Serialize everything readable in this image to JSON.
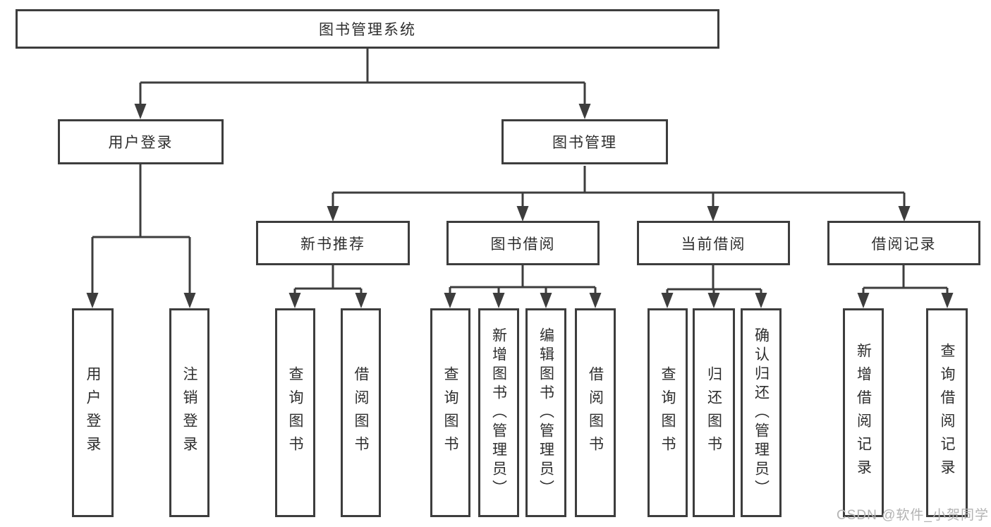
{
  "diagram": {
    "title_node": "图书管理系统",
    "level2": {
      "user_login": "用户登录",
      "book_management": "图书管理"
    },
    "level3": {
      "new_book_recommend": "新书推荐",
      "book_borrow": "图书借阅",
      "current_borrow": "当前借阅",
      "borrow_record": "借阅记录"
    },
    "leaves": {
      "user_login": "用户登录",
      "logout": "注销登录",
      "query_book_1": "查询图书",
      "borrow_book_1": "借阅图书",
      "query_book_2": "查询图书",
      "add_book_admin": "新增图书（管理员）",
      "edit_book_admin": "编辑图书（管理员）",
      "borrow_book_2": "借阅图书",
      "query_book_3": "查询图书",
      "return_book": "归还图书",
      "confirm_return_admin": "确认归还（管理员）",
      "add_borrow_record": "新增借阅记录",
      "query_borrow_record": "查询借阅记录"
    },
    "colors": {
      "line": "#3d3d3d",
      "box_border": "#3d3d3d",
      "text": "#2e2e2e",
      "watermark": "#b3b3b3",
      "background": "#ffffff"
    }
  },
  "watermark": {
    "text": "CSDN @软件_小贺同学"
  }
}
